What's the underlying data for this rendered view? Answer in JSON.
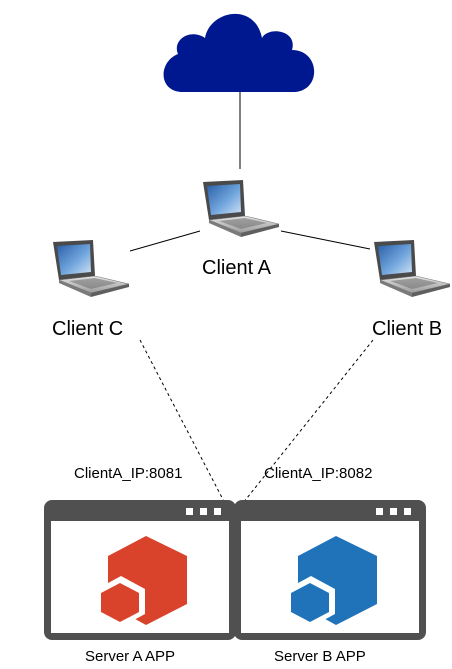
{
  "nodes": {
    "cloud": {
      "icon": "cloud-icon",
      "color": "#00188f"
    },
    "client_a": {
      "label": "Client A",
      "icon": "laptop-icon"
    },
    "client_b": {
      "label": "Client B",
      "icon": "laptop-icon"
    },
    "client_c": {
      "label": "Client C",
      "icon": "laptop-icon"
    },
    "server_a": {
      "label": "Server A APP",
      "icon": "app-window-icon",
      "accent": "#d9432b"
    },
    "server_b": {
      "label": "Server B APP",
      "icon": "app-window-icon",
      "accent": "#2072b9"
    }
  },
  "edges": {
    "client_c_to_server_a": {
      "label": "ClientA_IP:8081",
      "style": "dotted"
    },
    "client_b_to_server_b": {
      "label": "ClientA_IP:8082",
      "style": "dotted"
    },
    "cloud_to_client_a": {
      "style": "solid"
    },
    "client_a_to_client_c": {
      "style": "solid"
    },
    "client_a_to_client_b": {
      "style": "solid"
    }
  },
  "colors": {
    "window_frame": "#505050",
    "line": "#000000"
  }
}
